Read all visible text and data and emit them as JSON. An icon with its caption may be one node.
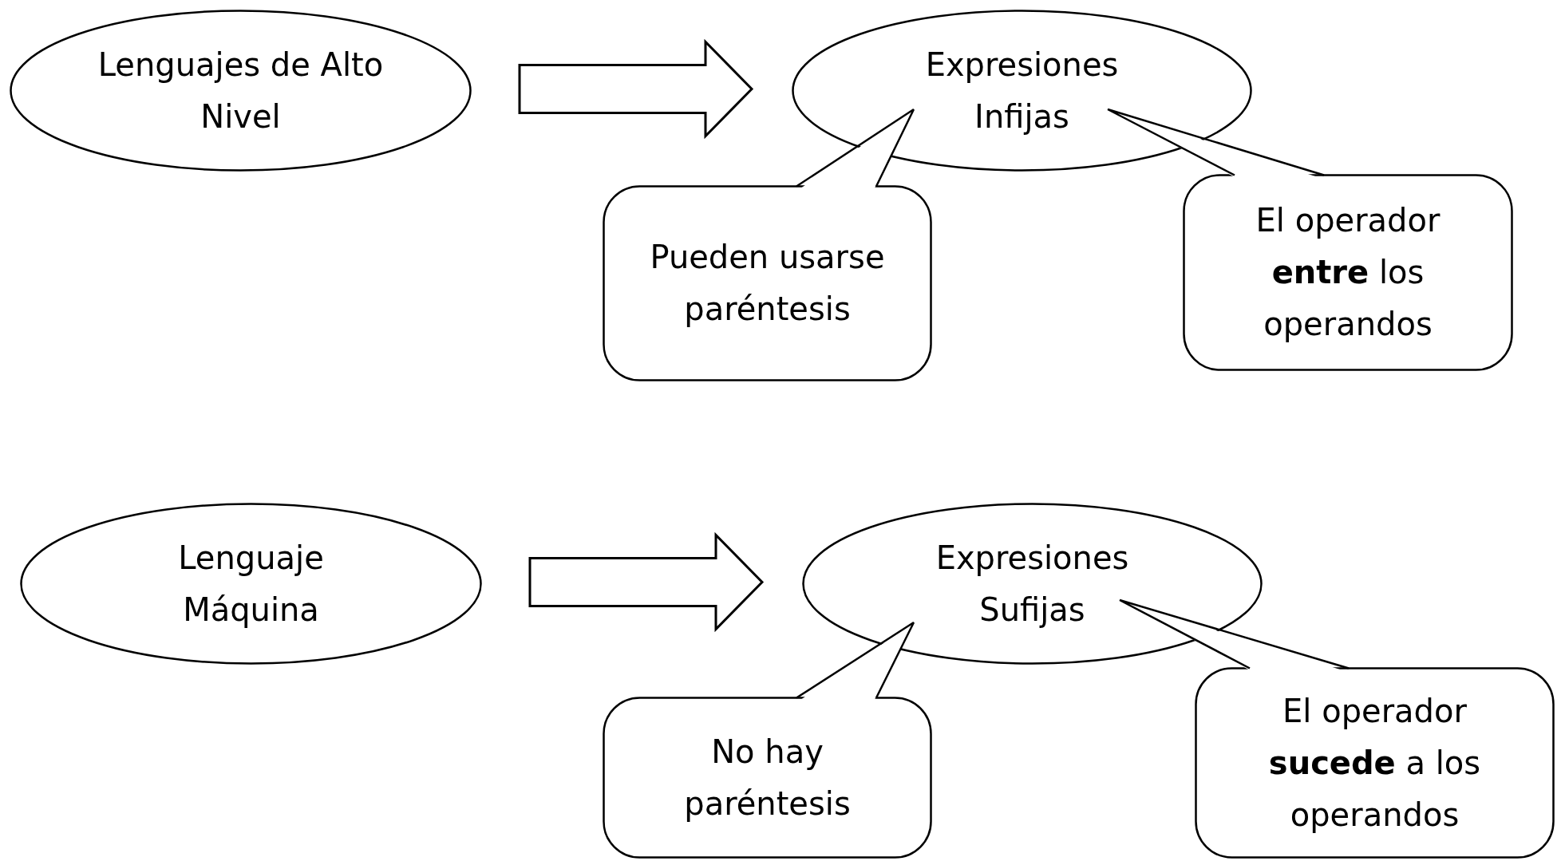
{
  "diagram": {
    "nodes": [
      {
        "text": [
          "Lenguajes de Alto Nivel"
        ]
      },
      {
        "text": [
          "Expresiones Infijas"
        ]
      },
      {
        "text": [
          "Pueden usarse paréntesis"
        ]
      },
      {
        "text": [
          "El operador **entre** los operandos"
        ]
      },
      {
        "text": [
          "Lenguaje Máquina"
        ]
      },
      {
        "text": [
          "Expresiones Sufijas"
        ]
      },
      {
        "text": [
          "No hay paréntesis"
        ]
      },
      {
        "text": [
          "El operador **sucede** a los operandos"
        ]
      }
    ],
    "edges": [
      {
        "from": 0,
        "to": 1,
        "arrow": "to",
        "style": "thick"
      },
      {
        "from": 2,
        "to": 1,
        "arrow": "none"
      },
      {
        "from": 3,
        "to": 1,
        "arrow": "none"
      },
      {
        "from": 4,
        "to": 5,
        "arrow": "to",
        "style": "thick"
      },
      {
        "from": 6,
        "to": 5,
        "arrow": "none"
      },
      {
        "from": 7,
        "to": 5,
        "arrow": "none"
      }
    ]
  }
}
